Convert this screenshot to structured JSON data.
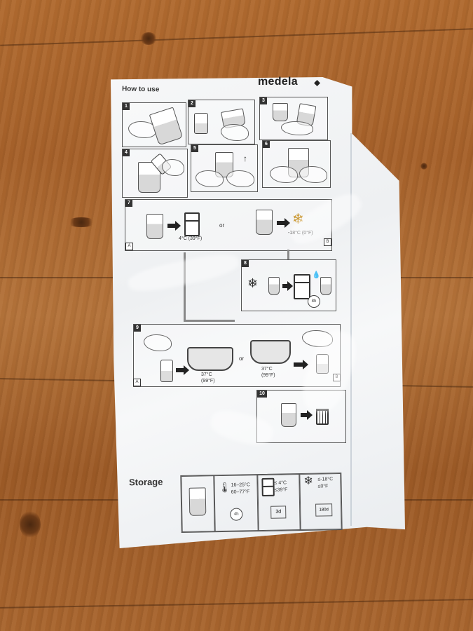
{
  "package": {
    "brand": "medela",
    "heading": "How to use",
    "storage_heading": "Storage"
  },
  "steps": {
    "s1": "1",
    "s2": "2",
    "s3": "3",
    "s4": "4",
    "s5": "5",
    "s6": "6",
    "s7": "7",
    "s8": "8",
    "s9": "9",
    "s10": "10"
  },
  "step7": {
    "fridge_temp": "4°C (39°F)",
    "or": "or",
    "freezer_temp": "-18°C (0°F)",
    "path_a": "A",
    "path_b": "B"
  },
  "step8": {
    "thaw_time": "8h"
  },
  "step9": {
    "temp_a": "37°C",
    "temp_a_f": "(99°F)",
    "or": "or",
    "temp_b": "37°C",
    "temp_b_f": "(99°F)",
    "path_a": "A",
    "path_b": "B"
  },
  "storage": {
    "room_temp_c": "16–25°C",
    "room_temp_f": "60–77°F",
    "room_time": "4h",
    "fridge_temp_c": "≤ 4°C",
    "fridge_temp_f": "≤39°F",
    "fridge_time": "3d",
    "freezer_temp_c": "≤-18°C",
    "freezer_temp_f": "≤0°F",
    "freezer_time": "180d"
  },
  "icons": [
    "snowflake-icon",
    "fridge-icon",
    "trash-icon",
    "thermometer-icon",
    "clock-icon",
    "calendar-icon"
  ]
}
